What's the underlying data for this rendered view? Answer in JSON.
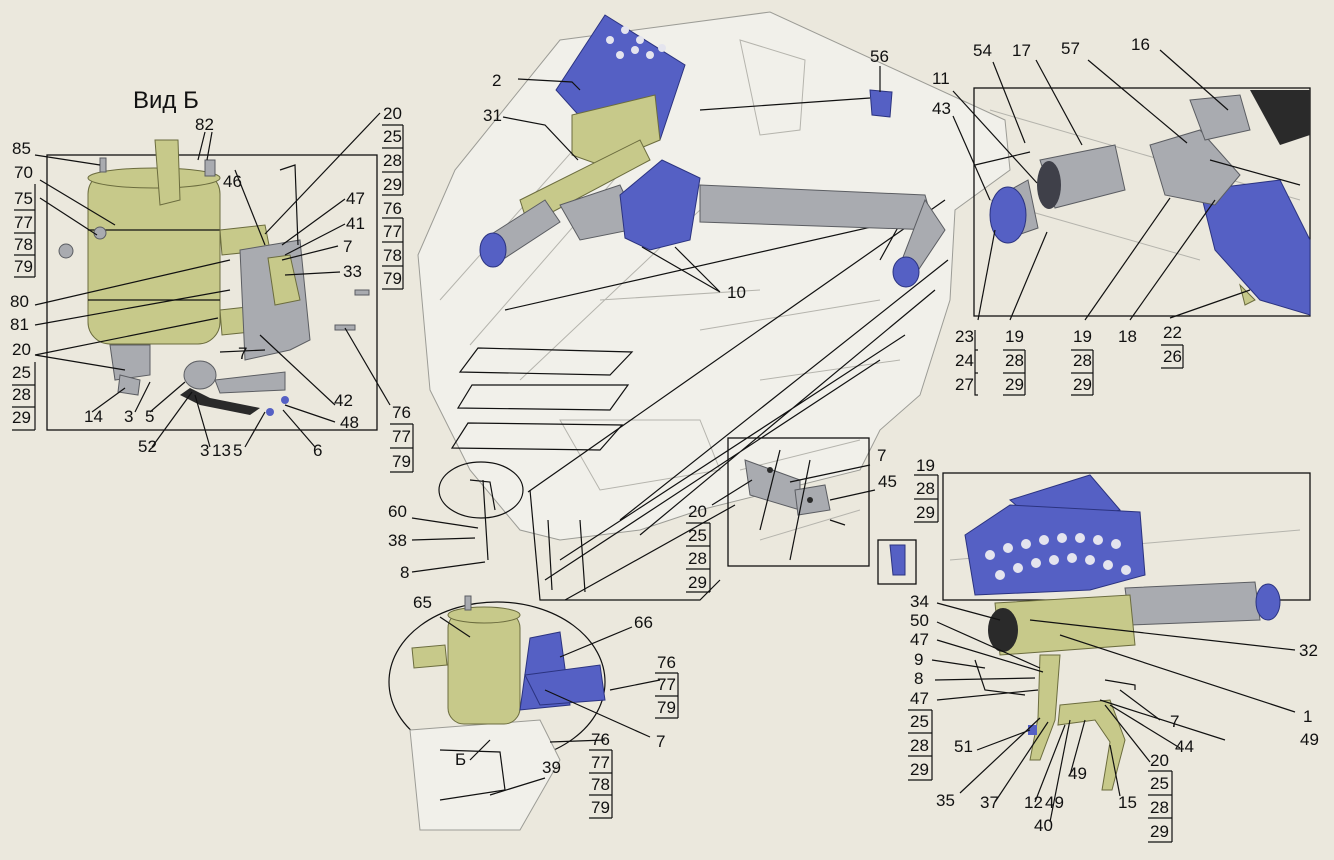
{
  "view_title": "Вид Б",
  "view_letter": "Б",
  "callouts": {
    "c2": "2",
    "c31": "31",
    "c56": "56",
    "c10": "10",
    "c54": "54",
    "c17": "17",
    "c57": "57",
    "c16": "16",
    "c11": "11",
    "c43": "43",
    "c23": "23",
    "c24": "24",
    "c27": "27",
    "c19a": "19",
    "c28a": "28",
    "c29a": "29",
    "c19b": "19",
    "c28b": "28",
    "c29b": "29",
    "c18": "18",
    "c22": "22",
    "c26": "26",
    "c82": "82",
    "c85": "85",
    "c70": "70",
    "c75": "75",
    "c77a": "77",
    "c78a": "78",
    "c79a": "79",
    "c80": "80",
    "c81": "81",
    "c20a": "20",
    "c25a": "25",
    "c28c": "28",
    "c29c": "29",
    "c14": "14",
    "c3a": "3",
    "c5a": "5",
    "c52": "52",
    "c3b": "3",
    "c13": "13",
    "c5b": "5",
    "c6": "6",
    "c46": "46",
    "c20b": "20",
    "c25b": "25",
    "c28d": "28",
    "c29d": "29",
    "c47a": "47",
    "c41": "41",
    "c7a": "7",
    "c33": "33",
    "c76a": "76",
    "c77b": "77",
    "c78b": "78",
    "c79b": "79",
    "c7b": "7",
    "c42": "42",
    "c48": "48",
    "c76b": "76",
    "c77c": "77",
    "c79c": "79",
    "c60": "60",
    "c38": "38",
    "c8a": "8",
    "c65": "65",
    "c66": "66",
    "c76c": "76",
    "c77d": "77",
    "c79d": "79",
    "c7c": "7",
    "c76d": "76",
    "c77e": "77",
    "c78c": "78",
    "c79e": "79",
    "c39": "39",
    "c7d": "7",
    "c45": "45",
    "c20c": "20",
    "c25c": "25",
    "c28e": "28",
    "c29e": "29",
    "c19c": "19",
    "c28f": "28",
    "c29f": "29",
    "c34": "34",
    "c50": "50",
    "c47b": "47",
    "c9": "9",
    "c8b": "8",
    "c47c": "47",
    "c25d": "25",
    "c28g": "28",
    "c29g": "29",
    "c51": "51",
    "c35": "35",
    "c37": "37",
    "c12": "12",
    "c49a": "49",
    "c40": "40",
    "c49b": "49",
    "c15": "15",
    "c20d": "20",
    "c25e": "25",
    "c28h": "28",
    "c29h": "29",
    "c44": "44",
    "c7e": "7",
    "c49c": "49",
    "c1": "1",
    "c32": "32"
  },
  "colors": {
    "background": "#ebe8dd",
    "housing_blue": "#5560c4",
    "tank_olive": "#c7c98a",
    "pipe_gray": "#a9abb0"
  }
}
